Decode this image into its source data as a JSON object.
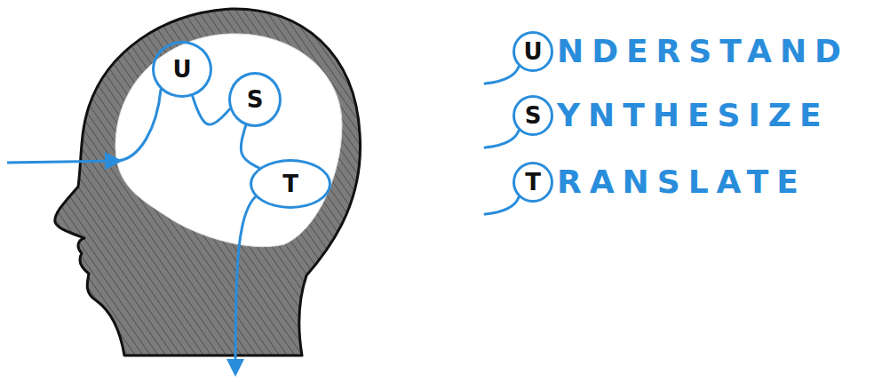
{
  "diagram": {
    "nodes": [
      {
        "text": [
          "U"
        ]
      },
      {
        "text": [
          "S"
        ]
      },
      {
        "text": [
          "T"
        ]
      },
      {
        "text": [
          "U",
          "NDERSTAND"
        ]
      },
      {
        "text": [
          "S",
          "YNTHESIZE"
        ]
      },
      {
        "text": [
          "T",
          "RANSLATE"
        ]
      }
    ],
    "edges": [
      {
        "from": 0,
        "to": 1,
        "arrow": "none"
      },
      {
        "from": 1,
        "to": 2,
        "arrow": "none"
      }
    ]
  }
}
